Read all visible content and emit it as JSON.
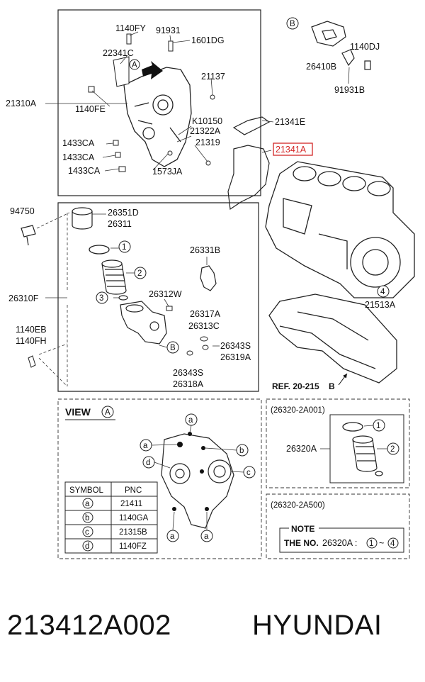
{
  "callouts": {
    "main_arrow_letter": "A",
    "engine_block_ref": "REF. 20-215",
    "ref_b": "B",
    "circle_b": "B",
    "circle_1": "1",
    "circle_2": "2",
    "circle_3": "3",
    "circle_4": "4"
  },
  "labels": {
    "p1140FY": "1140FY",
    "p91931_top": "91931",
    "p1601DG": "1601DG",
    "p22341C": "22341C",
    "p21137": "21137",
    "p21310A": "21310A",
    "p1140FE": "1140FE",
    "pK10150": "K10150",
    "p21322A": "21322A",
    "p21319": "21319",
    "p1433CA_1": "1433CA",
    "p1433CA_2": "1433CA",
    "p1433CA_3": "1433CA",
    "p1573JA": "1573JA",
    "p21341E": "21341E",
    "p21341A": "21341A",
    "p26410B": "26410B",
    "p1140DJ": "1140DJ",
    "p91931B": "91931B",
    "p94750": "94750",
    "p26351D": "26351D",
    "p26311": "26311",
    "p26331B": "26331B",
    "p26310F": "26310F",
    "p26312W": "26312W",
    "p26317A": "26317A",
    "p26313C": "26313C",
    "p26343S_r": "26343S",
    "p26319A": "26319A",
    "p1140EB": "1140EB",
    "p1140FH": "1140FH",
    "p26343S_b": "26343S",
    "p26318A": "26318A",
    "p21513A": "21513A"
  },
  "view_a": {
    "title": "VIEW",
    "letter": "A",
    "table": {
      "headers": [
        "SYMBOL",
        "PNC"
      ],
      "rows": [
        {
          "symbol": "a",
          "pnc": "21411"
        },
        {
          "symbol": "b",
          "pnc": "1140GA"
        },
        {
          "symbol": "c",
          "pnc": "21315B"
        },
        {
          "symbol": "d",
          "pnc": "1140FZ"
        }
      ]
    }
  },
  "kit1": {
    "code": "(26320-2A001)",
    "label": "26320A",
    "c1": "1",
    "c2": "2"
  },
  "kit2": {
    "code": "(26320-2A500)",
    "note_title": "NOTE",
    "note_prefix": "THE NO.",
    "note_part": "26320A :",
    "note_from": "1",
    "note_sep": "~",
    "note_to": "4"
  },
  "footer": {
    "part_number": "213412A002",
    "brand": "HYUNDAI"
  }
}
